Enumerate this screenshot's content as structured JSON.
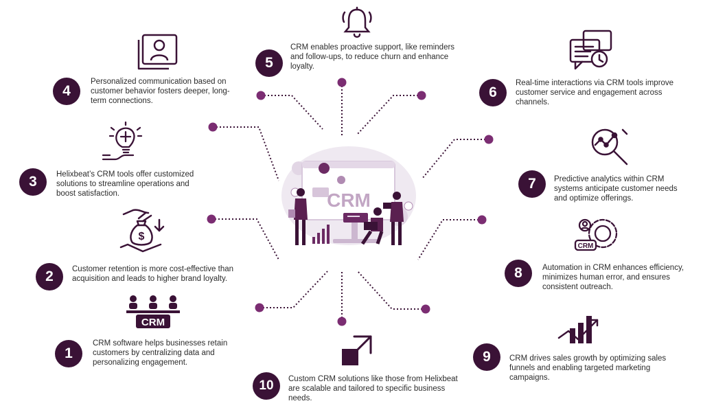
{
  "center": {
    "label": "CRM",
    "icon": "crm-team-illustration"
  },
  "items": [
    {
      "number": "1",
      "text": "CRM software helps businesses retain customers by centralizing data and personalizing engagement.",
      "icon": "crm-team-icon"
    },
    {
      "number": "2",
      "text": "Customer retention is more cost-effective than acquisition and leads to higher brand loyalty.",
      "icon": "hand-money-bag-icon"
    },
    {
      "number": "3",
      "text": "Helixbeat’s CRM tools offer customized solutions to streamline operations and boost satisfaction.",
      "icon": "lightbulb-gear-icon"
    },
    {
      "number": "4",
      "text": "Personalized communication based on customer behavior fosters deeper, long-term connections.",
      "icon": "user-profile-icon"
    },
    {
      "number": "5",
      "text": "CRM enables proactive support, like reminders and follow-ups, to reduce churn and enhance loyalty.",
      "icon": "bell-icon"
    },
    {
      "number": "6",
      "text": "Real-time interactions via CRM tools improve customer service and engagement across channels.",
      "icon": "chat-clock-icon"
    },
    {
      "number": "7",
      "text": "Predictive analytics within CRM systems anticipate customer needs and optimize offerings.",
      "icon": "magnifier-chart-icon"
    },
    {
      "number": "8",
      "text": "Automation in CRM enhances efficiency, minimizes human error, and ensures consistent outreach.",
      "icon": "crm-gear-icon"
    },
    {
      "number": "9",
      "text": "CRM drives sales growth by optimizing sales funnels and enabling targeted marketing campaigns.",
      "icon": "growth-chart-icon"
    },
    {
      "number": "10",
      "text": "Custom CRM solutions like those from Helixbeat are scalable and tailored to specific business needs.",
      "icon": "expand-arrow-icon"
    }
  ],
  "colors": {
    "badge": "#3a1236",
    "accent": "#6b2a63",
    "dot": "#7b2d72",
    "text": "#2b2b2b"
  }
}
